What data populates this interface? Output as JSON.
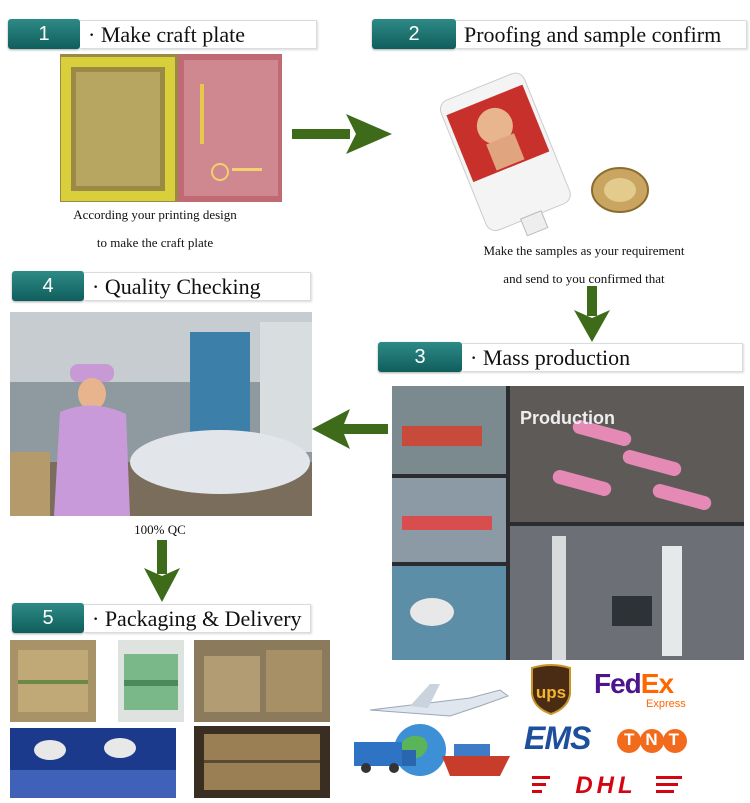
{
  "steps": [
    {
      "num": "1",
      "label": "· Make craft plate"
    },
    {
      "num": "2",
      "label": "Proofing and sample confirm"
    },
    {
      "num": "3",
      "label": "· Mass production"
    },
    {
      "num": "4",
      "label": "· Quality Checking"
    },
    {
      "num": "5",
      "label": "· Packaging & Delivery"
    }
  ],
  "captions": {
    "step1_line1": "According your printing design",
    "step1_line2": "to make the craft plate",
    "step2_line1": "Make the samples as your requirement",
    "step2_line2": "and send to you confirmed that",
    "step4": "100% QC"
  },
  "photo_text": {
    "production": "Production"
  },
  "carriers": {
    "ups": "ups",
    "fedex_fed": "Fed",
    "fedex_ex": "Ex",
    "fedex_sub": "Express",
    "ems": "EMS",
    "tnt": "TNT",
    "dhl": "DHL"
  },
  "colors": {
    "header_teal": "#0f5e5c",
    "arrow_green": "#3d6b1a",
    "fedex_purple": "#4d148c",
    "fedex_orange": "#ff6600",
    "ems_blue": "#1d4f9c",
    "tnt_orange": "#f26b1d",
    "dhl_red": "#d40511"
  }
}
